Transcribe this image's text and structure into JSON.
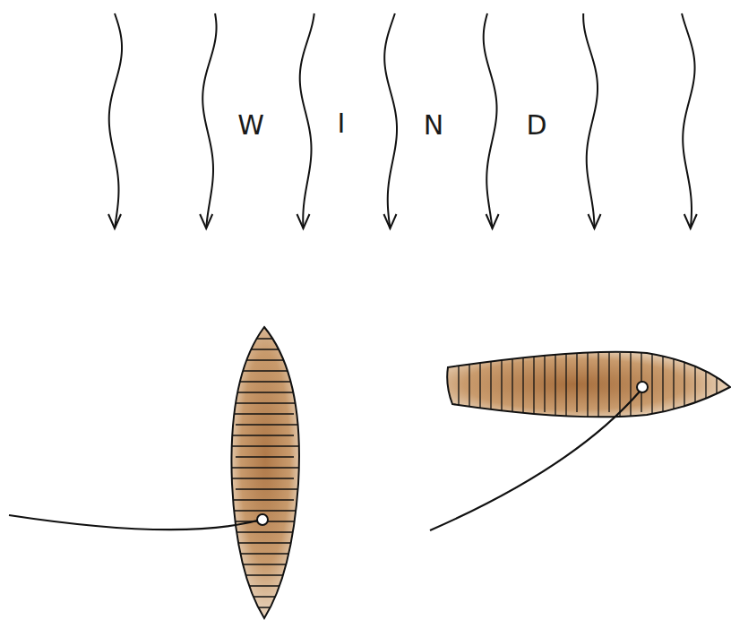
{
  "diagram": {
    "labels": [
      "W",
      "I",
      "N",
      "D"
    ]
  }
}
